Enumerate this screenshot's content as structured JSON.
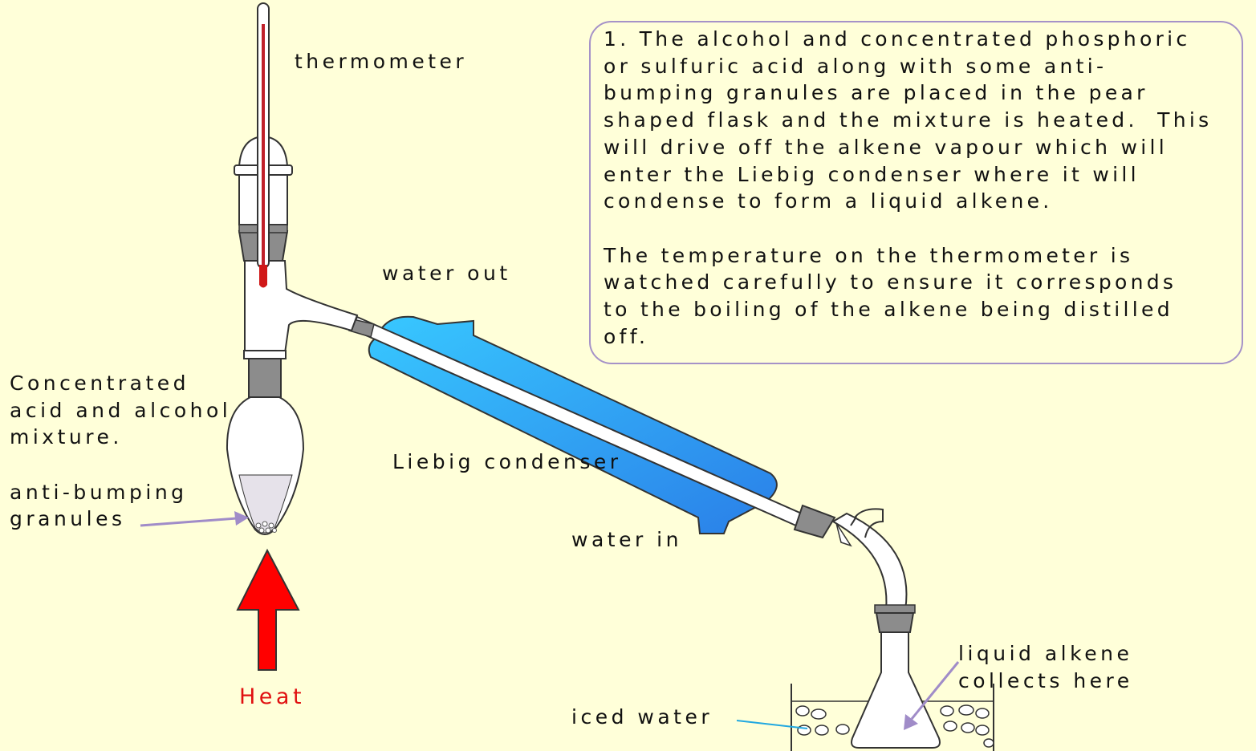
{
  "labels": {
    "thermometer": "thermometer",
    "water_out": "water out",
    "concentrated_mixture": "Concentrated\nacid and alcohol\nmixture.",
    "anti_bumping": "anti-bumping\ngranules",
    "liebig_condenser": "Liebig condenser",
    "water_in": "water in",
    "heat": "Heat",
    "iced_water": "iced water",
    "liquid_alkene": "liquid alkene\ncollects here"
  },
  "info": {
    "paragraph_1": "1. The alcohol and concentrated phosphoric\nor sulfuric acid along with some anti-\nbumping granules are placed in the pear\nshaped flask and the mixture is heated.  This\nwill drive off the alkene vapour which will\nenter the Liebig condenser where it will\ncondense to form a liquid alkene.",
    "paragraph_2": "The temperature on the thermometer is\nwatched carefully to ensure it corresponds\nto the boiling of the alkene being distilled\noff."
  },
  "colors": {
    "background": "#FFFFD9",
    "heat_arrow": "#FF0000",
    "heat_text": "#E01010",
    "condenser": "#36B0F5",
    "pointer_arrow": "#A08CC8",
    "box_border": "#A592C8",
    "stopper": "#8C8C8C",
    "ice_line": "#22A8E0"
  }
}
